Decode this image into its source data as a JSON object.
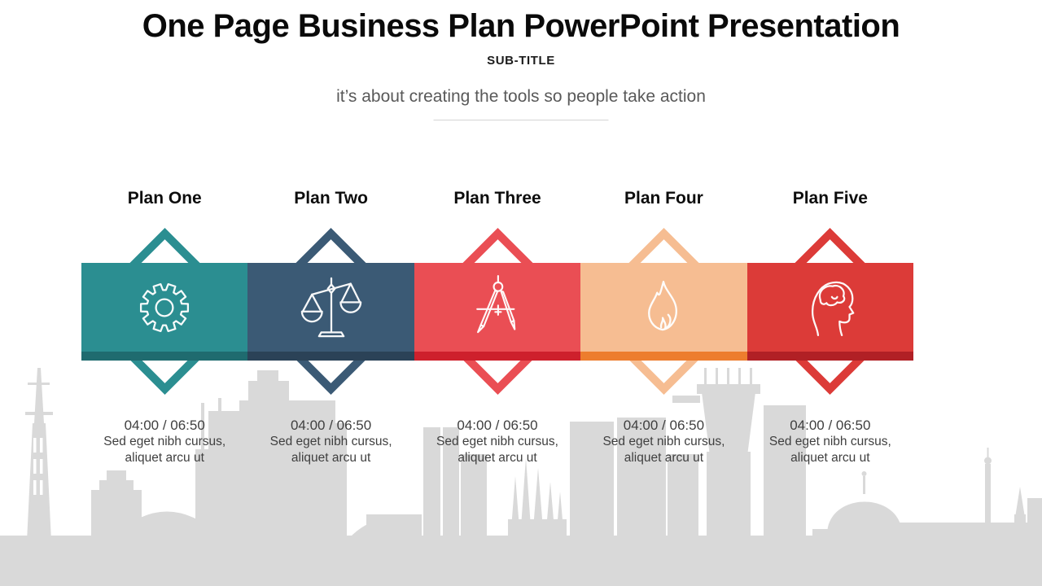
{
  "slide": {
    "title": "One Page Business Plan PowerPoint Presentation",
    "subtitle": "SUB-TITLE",
    "tagline": "it’s about creating the tools so people take action"
  },
  "plans": [
    {
      "label": "Plan One",
      "icon": "gear-icon",
      "color": "#2B8E91",
      "shade": "#1F6B6F",
      "time": "04:00 / 06:50",
      "desc_line1": "Sed eget nibh cursus,",
      "desc_line2": "aliquet arcu ut"
    },
    {
      "label": "Plan Two",
      "icon": "scales-icon",
      "color": "#3B5A75",
      "shade": "#2B4257",
      "time": "04:00 / 06:50",
      "desc_line1": "Sed eget nibh cursus,",
      "desc_line2": "aliquet arcu ut"
    },
    {
      "label": "Plan Three",
      "icon": "drafting-compass-icon",
      "color": "#EA4E54",
      "shade": "#CE202C",
      "time": "04:00 / 06:50",
      "desc_line1": "Sed eget nibh cursus,",
      "desc_line2": "aliquet arcu ut"
    },
    {
      "label": "Plan Four",
      "icon": "flame-icon",
      "color": "#F6BD92",
      "shade": "#ED7D2E",
      "time": "04:00 / 06:50",
      "desc_line1": "Sed eget nibh cursus,",
      "desc_line2": "aliquet arcu ut"
    },
    {
      "label": "Plan Five",
      "icon": "head-brain-icon",
      "color": "#DC3B38",
      "shade": "#B12025",
      "time": "04:00 / 06:50",
      "desc_line1": "Sed eget nibh cursus,",
      "desc_line2": "aliquet arcu ut"
    }
  ],
  "background": {
    "skyline_color": "#D9D9D9"
  }
}
